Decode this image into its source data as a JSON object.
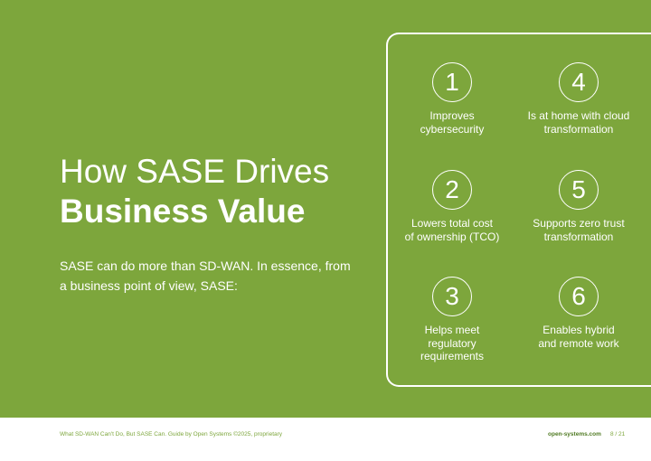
{
  "title": {
    "line1": "How SASE Drives",
    "line2": "Business Value"
  },
  "intro": "SASE can do more than SD-WAN. In essence, from a business point of view, SASE:",
  "items": [
    {
      "num": "1",
      "label": "Improves\ncybersecurity"
    },
    {
      "num": "4",
      "label": "Is at home with cloud\ntransformation"
    },
    {
      "num": "2",
      "label": "Lowers total cost\nof ownership (TCO)"
    },
    {
      "num": "5",
      "label": "Supports zero trust\ntransformation"
    },
    {
      "num": "3",
      "label": "Helps meet\nregulatory\nrequirements"
    },
    {
      "num": "6",
      "label": "Enables hybrid\nand remote work"
    }
  ],
  "footer": {
    "doc": "What SD-WAN Can't Do, But SASE Can. Guide by Open Systems ©2025, proprietary",
    "site": "open-systems.com",
    "page": "8 / 21"
  },
  "colors": {
    "background": "#7da63c",
    "text": "#ffffff",
    "footer_link": "#4f7a22"
  }
}
